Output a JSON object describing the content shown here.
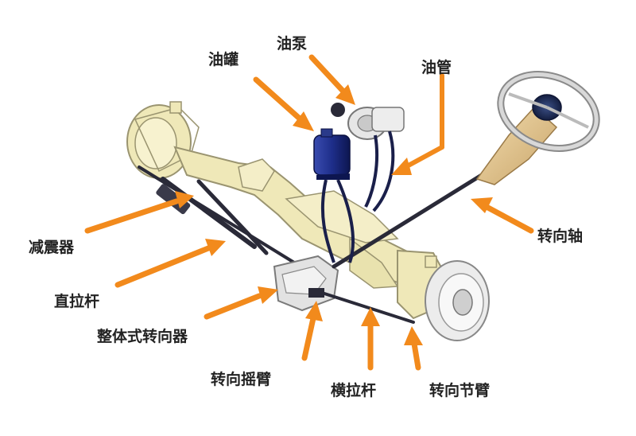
{
  "labels": {
    "oil_tank": "油罐",
    "oil_pump": "油泵",
    "oil_pipe": "油管",
    "steering_shaft": "转向轴",
    "shock_absorber": "减震器",
    "drag_link": "直拉杆",
    "integral_steering_gear": "整体式转向器",
    "pitman_arm": "转向摇臂",
    "tie_rod": "横拉杆",
    "steering_knuckle_arm": "转向节臂"
  },
  "colors": {
    "arrow": "#f28a1c",
    "axle": "#efe8b8",
    "axle_edge": "#9a9470",
    "rod": "#2a2a38",
    "tank": "#1e2e8a",
    "pipe": "#1a1f4a",
    "wheel": "#ececec",
    "wheel_hub": "#2a3a68",
    "column": "#e0c38c"
  }
}
